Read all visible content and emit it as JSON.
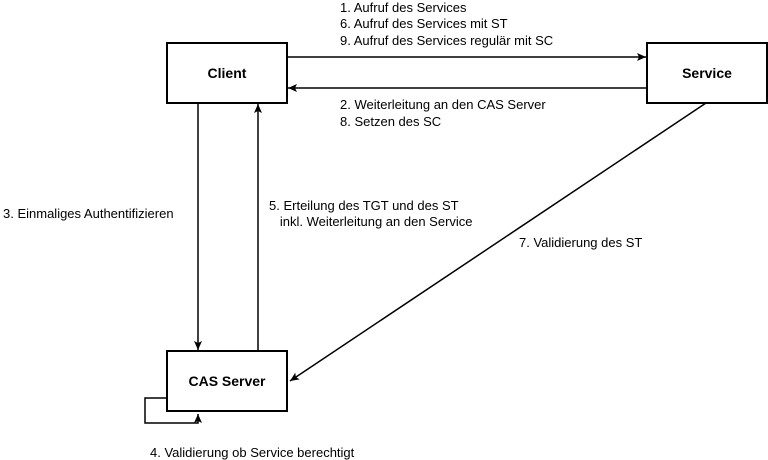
{
  "nodes": {
    "client": {
      "label": "Client"
    },
    "service": {
      "label": "Service"
    },
    "cas_server": {
      "label": "CAS Server"
    }
  },
  "edges": {
    "client_to_service": {
      "lines": [
        "1. Aufruf des Services",
        "6. Aufruf des Services mit ST",
        "9. Aufruf des Services regulär mit SC"
      ]
    },
    "service_to_client": {
      "lines": [
        "2. Weiterleitung an den CAS Server",
        "8. Setzen des SC"
      ]
    },
    "client_to_cas": {
      "lines": [
        "3. Einmaliges Authentifizieren"
      ]
    },
    "cas_self": {
      "lines": [
        "4. Validierung ob Service berechtigt"
      ]
    },
    "cas_to_client": {
      "lines": [
        "5. Erteilung des TGT und des ST",
        "   inkl. Weiterleitung an den Service"
      ]
    },
    "service_to_cas": {
      "lines": [
        "7. Validierung des ST"
      ]
    }
  },
  "colors": {
    "stroke": "#000000",
    "fill": "#ffffff",
    "text": "#000000"
  }
}
